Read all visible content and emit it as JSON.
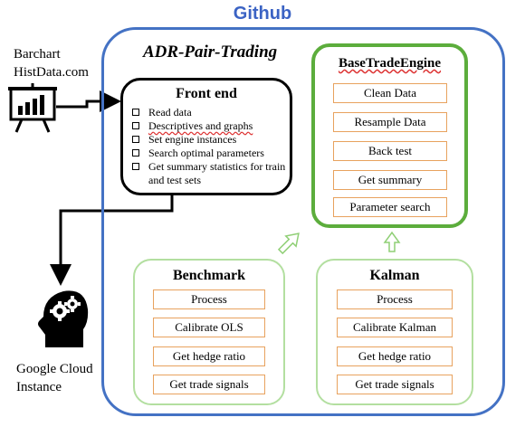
{
  "title": "Github",
  "main_title": "ADR-Pair-Trading",
  "data_source": {
    "line1": "Barchart",
    "line2": "HistData.com",
    "icon": "chart-board-icon"
  },
  "front_end": {
    "title": "Front end",
    "items": [
      {
        "label": "Read data"
      },
      {
        "label": "Descriptives and graphs"
      },
      {
        "label": "Set engine instances"
      },
      {
        "label": "Search optimal parameters"
      },
      {
        "label": "Get summary statistics for train and test sets"
      }
    ]
  },
  "base_trade_engine": {
    "title": "BaseTradeEngine",
    "items": [
      "Clean Data",
      "Resample Data",
      "Back test",
      "Get summary",
      "Parameter search"
    ]
  },
  "benchmark": {
    "title": "Benchmark",
    "items": [
      "Process",
      "Calibrate OLS",
      "Get hedge ratio",
      "Get trade signals"
    ]
  },
  "kalman": {
    "title": "Kalman",
    "items": [
      "Process",
      "Calibrate Kalman",
      "Get hedge ratio",
      "Get trade signals"
    ]
  },
  "cloud": {
    "line1": "Google Cloud",
    "line2": "Instance",
    "icon": "head-gears-icon"
  },
  "colors": {
    "github_blue": "#4472c4",
    "engine_green": "#5cad3c",
    "light_green": "#b3dfa0",
    "item_orange": "#e8a25e",
    "black": "#000000"
  }
}
